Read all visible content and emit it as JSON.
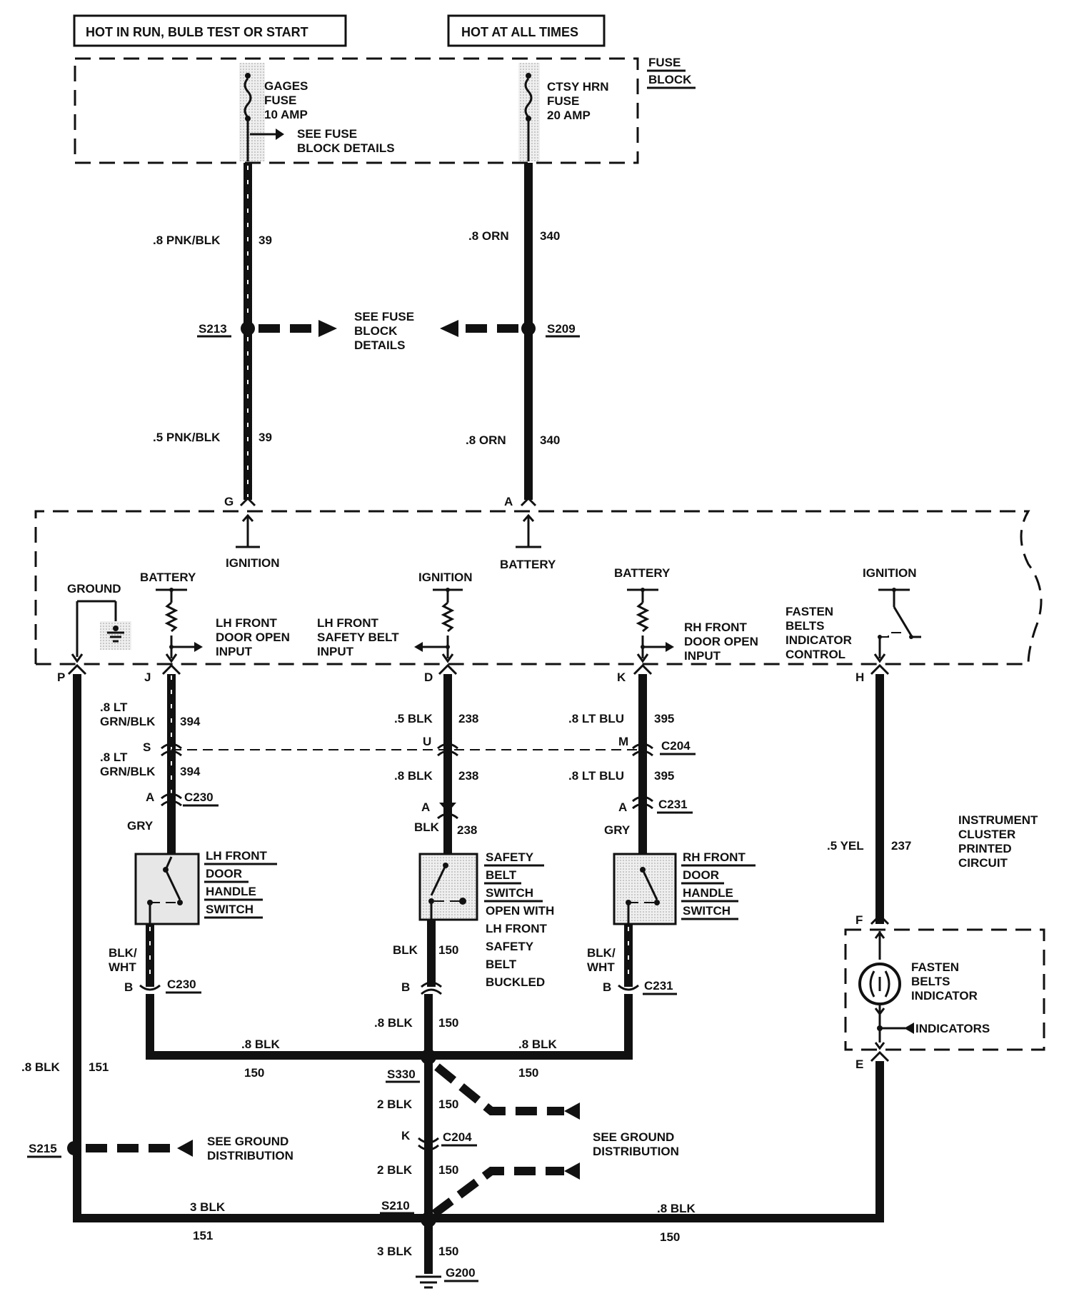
{
  "power_sources": {
    "run_label": "HOT IN RUN, BULB TEST OR START",
    "always_label": "HOT AT ALL TIMES"
  },
  "fuse_block": {
    "label_line1": "FUSE",
    "label_line2": "BLOCK",
    "gages_fuse": [
      "GAGES",
      "FUSE",
      "10 AMP"
    ],
    "ctsy_fuse": [
      "CTSY HRN",
      "FUSE",
      "20 AMP"
    ],
    "see_details": [
      "SEE FUSE",
      "BLOCK DETAILS"
    ]
  },
  "wires": {
    "pnk_upper": {
      "gauge": ".8 PNK/BLK",
      "circuit": "39"
    },
    "pnk_lower": {
      "gauge": ".5 PNK/BLK",
      "circuit": "39"
    },
    "orn_upper": {
      "gauge": ".8 ORN",
      "circuit": "340"
    },
    "orn_lower": {
      "gauge": ".8 ORN",
      "circuit": "340"
    },
    "lh_upper": {
      "gauge": [
        ".8 LT",
        "GRN/BLK"
      ],
      "circuit": "394"
    },
    "lh_lower": {
      "gauge": [
        ".8 LT",
        "GRN/BLK"
      ],
      "circuit": "394"
    },
    "lh_gry": "GRY",
    "belt_upper": {
      "gauge": ".5 BLK",
      "circuit": "238"
    },
    "belt_mid": {
      "gauge": ".8 BLK",
      "circuit": "238"
    },
    "belt_low": {
      "gauge": "BLK",
      "circuit": "238"
    },
    "rh_upper": {
      "gauge": ".8 LT BLU",
      "circuit": "395"
    },
    "rh_lower": {
      "gauge": ".8 LT BLU",
      "circuit": "395"
    },
    "rh_gry": "GRY",
    "yel": {
      "gauge": ".5 YEL",
      "circuit": "237"
    },
    "lh_blk_wht": [
      "BLK/",
      "WHT"
    ],
    "rh_blk_wht": [
      "BLK/",
      "WHT"
    ],
    "belt_150": {
      "gauge": "BLK",
      "circuit": "150"
    },
    "center_150": {
      "gauge": ".8 BLK",
      "circuit": "150"
    },
    "left_bus": {
      "gauge": ".8 BLK",
      "circuit": "150"
    },
    "right_bus": {
      "gauge": ".8 BLK",
      "circuit": "150"
    },
    "p_wire": {
      "gauge": ".8 BLK",
      "circuit": "151"
    },
    "s330_down": {
      "gauge": "2 BLK",
      "circuit": "150"
    },
    "c204_down": {
      "gauge": "2 BLK",
      "circuit": "150"
    },
    "bottom_left": {
      "gauge": "3 BLK",
      "circuit": "151"
    },
    "bottom_right": {
      "gauge": ".8 BLK",
      "circuit": "150"
    },
    "ground_wire": {
      "gauge": "3 BLK",
      "circuit": "150"
    }
  },
  "splices": {
    "s213": "S213",
    "s209": "S209",
    "s330": "S330",
    "s215": "S215",
    "s210": "S210",
    "see_fuse_block": [
      "SEE FUSE",
      "BLOCK",
      "DETAILS"
    ],
    "see_ground_left": [
      "SEE GROUND",
      "DISTRIBUTION"
    ],
    "see_ground_right": [
      "SEE GROUND",
      "DISTRIBUTION"
    ]
  },
  "connectors": {
    "c230": "C230",
    "c231": "C231",
    "c204": "C204",
    "g200": "G200",
    "pins": {
      "g": "G",
      "a_top": "A",
      "p": "P",
      "j": "J",
      "d": "D",
      "k_top": "K",
      "h": "H",
      "s": "S",
      "u": "U",
      "m": "M",
      "a_lh": "A",
      "a_belt": "A",
      "a_rh": "A",
      "b_lh": "B",
      "b_belt": "B",
      "b_rh": "B",
      "f": "F",
      "e": "E",
      "k_low": "K"
    }
  },
  "cluster": {
    "ignition_g": "IGNITION",
    "battery_a": "BATTERY",
    "ground": "GROUND",
    "battery_lh": "BATTERY",
    "ignition_belt": "IGNITION",
    "battery_rh": "BATTERY",
    "ignition_h": "IGNITION",
    "lh_input": [
      "LH FRONT",
      "DOOR OPEN",
      "INPUT"
    ],
    "belt_input": [
      "LH FRONT",
      "SAFETY BELT",
      "INPUT"
    ],
    "rh_input": [
      "RH FRONT",
      "DOOR OPEN",
      "INPUT"
    ],
    "fasten_control": [
      "FASTEN",
      "BELTS",
      "INDICATOR",
      "CONTROL"
    ],
    "circuit_label": [
      "INSTRUMENT",
      "CLUSTER",
      "PRINTED",
      "CIRCUIT"
    ],
    "fasten_indicator": [
      "FASTEN",
      "BELTS",
      "INDICATOR"
    ],
    "indicators": "INDICATORS"
  },
  "switches": {
    "lh_door": [
      "LH FRONT",
      "DOOR",
      "HANDLE",
      "SWITCH"
    ],
    "safety_belt": [
      "SAFETY",
      "BELT",
      "SWITCH",
      "OPEN WITH",
      "LH FRONT",
      "SAFETY",
      "BELT",
      "BUCKLED"
    ],
    "rh_door": [
      "RH FRONT",
      "DOOR",
      "HANDLE",
      "SWITCH"
    ]
  }
}
